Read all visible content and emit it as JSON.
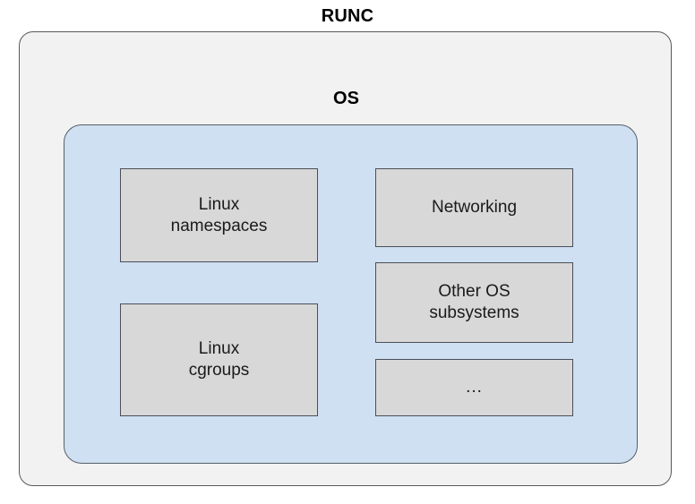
{
  "diagram": {
    "title": "RUNC",
    "type": "nested-block-diagram",
    "colors": {
      "page_background": "#ffffff",
      "outer_container_fill": "#f2f2f2",
      "outer_container_border": "#595959",
      "inner_container_fill": "#cfe0f3",
      "inner_container_border": "#555f6b",
      "block_fill": "#d8d8d8",
      "block_border": "#4a4f57",
      "text": "#000000"
    },
    "outer_container": {
      "label": "OS"
    },
    "inner_container": {
      "label": "",
      "columns": [
        {
          "name": "left-column",
          "blocks": [
            {
              "label": "Linux\nnamespaces"
            },
            {
              "label": "Linux\ncgroups"
            }
          ]
        },
        {
          "name": "right-column",
          "blocks": [
            {
              "label": "Networking"
            },
            {
              "label": "Other OS\nsubsystems"
            },
            {
              "label": "..."
            }
          ]
        }
      ]
    }
  }
}
